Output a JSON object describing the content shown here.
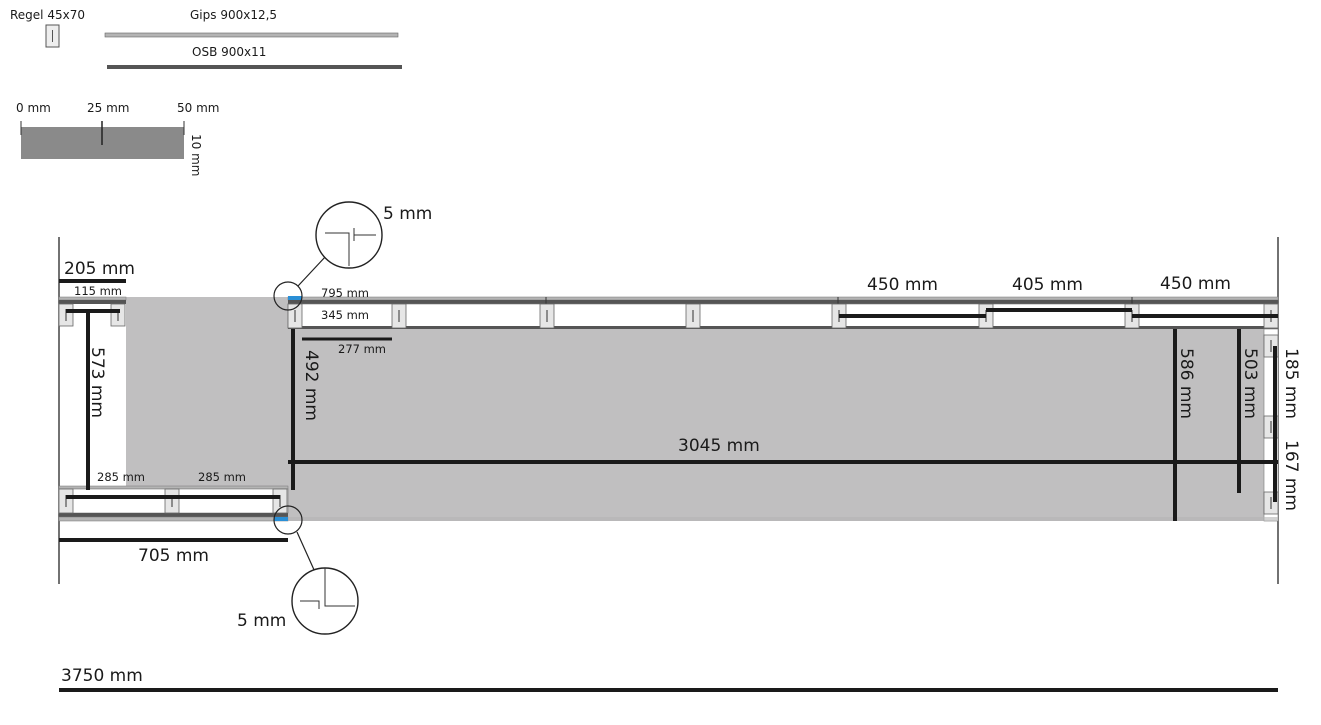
{
  "legend": {
    "stud_label": "Regel 45x70",
    "gypsum_label": "Gips 900x12,5",
    "osb_label": "OSB 900x11",
    "scale": {
      "tick_0": "0 mm",
      "tick_25": "25 mm",
      "tick_50": "50 mm",
      "height_label": "10 mm"
    }
  },
  "details": {
    "top_gap": "5 mm",
    "bottom_gap": "5 mm"
  },
  "dimensions": {
    "d205": "205 mm",
    "d115": "115 mm",
    "d573": "573 mm",
    "d285a": "285 mm",
    "d285b": "285 mm",
    "d705": "705 mm",
    "d795": "795 mm",
    "d345": "345 mm",
    "d277": "277 mm",
    "d492": "492 mm",
    "d3045": "3045 mm",
    "d450a": "450 mm",
    "d405": "405 mm",
    "d450b": "450 mm",
    "d586": "586 mm",
    "d503": "503 mm",
    "d185": "185 mm",
    "d167": "167 mm",
    "d3750": "3750 mm"
  },
  "colors": {
    "floor": "#c0bfc0",
    "gypsum": "#b4b4b4",
    "osb": "#555555",
    "stud": "#e6e6e6",
    "dimension": "#1a1a1a",
    "accent": "#2a8fd6"
  }
}
